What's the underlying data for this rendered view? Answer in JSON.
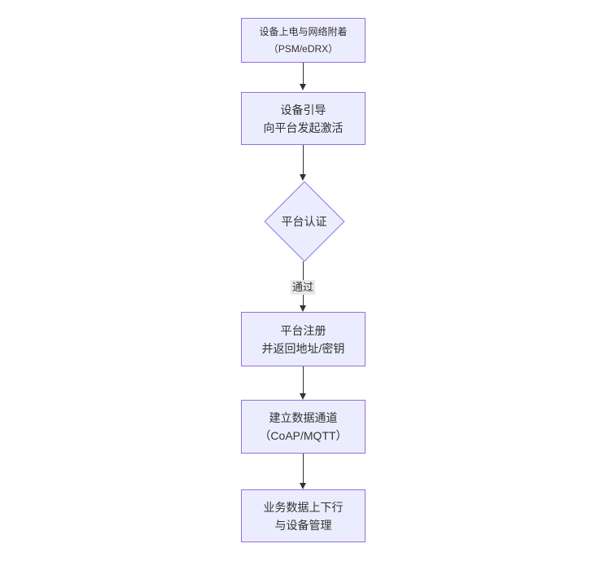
{
  "diagram": {
    "type": "flowchart",
    "direction": "top-down",
    "colors": {
      "node_fill": "#ECECFF",
      "node_border": "#9370DB",
      "edge": "#333333",
      "edge_label_bg": "#e8e8e8",
      "text": "#333333"
    },
    "nodes": [
      {
        "id": "power-attach",
        "shape": "rect",
        "lines": [
          "设备上电与网络附着",
          "（PSM/eDRX）"
        ]
      },
      {
        "id": "bootstrap",
        "shape": "rect",
        "lines": [
          "设备引导",
          "向平台发起激活"
        ]
      },
      {
        "id": "platform-auth",
        "shape": "diamond",
        "lines": [
          "平台认证"
        ]
      },
      {
        "id": "platform-register",
        "shape": "rect",
        "lines": [
          "平台注册",
          "并返回地址/密钥"
        ]
      },
      {
        "id": "data-channel",
        "shape": "rect",
        "lines": [
          "建立数据通道",
          "（CoAP/MQTT）"
        ]
      },
      {
        "id": "business-data",
        "shape": "rect",
        "lines": [
          "业务数据上下行",
          "与设备管理"
        ]
      }
    ],
    "edges": [
      {
        "from": "power-attach",
        "to": "bootstrap",
        "label": ""
      },
      {
        "from": "bootstrap",
        "to": "platform-auth",
        "label": ""
      },
      {
        "from": "platform-auth",
        "to": "platform-register",
        "label": "通过"
      },
      {
        "from": "platform-register",
        "to": "data-channel",
        "label": ""
      },
      {
        "from": "data-channel",
        "to": "business-data",
        "label": ""
      }
    ]
  }
}
